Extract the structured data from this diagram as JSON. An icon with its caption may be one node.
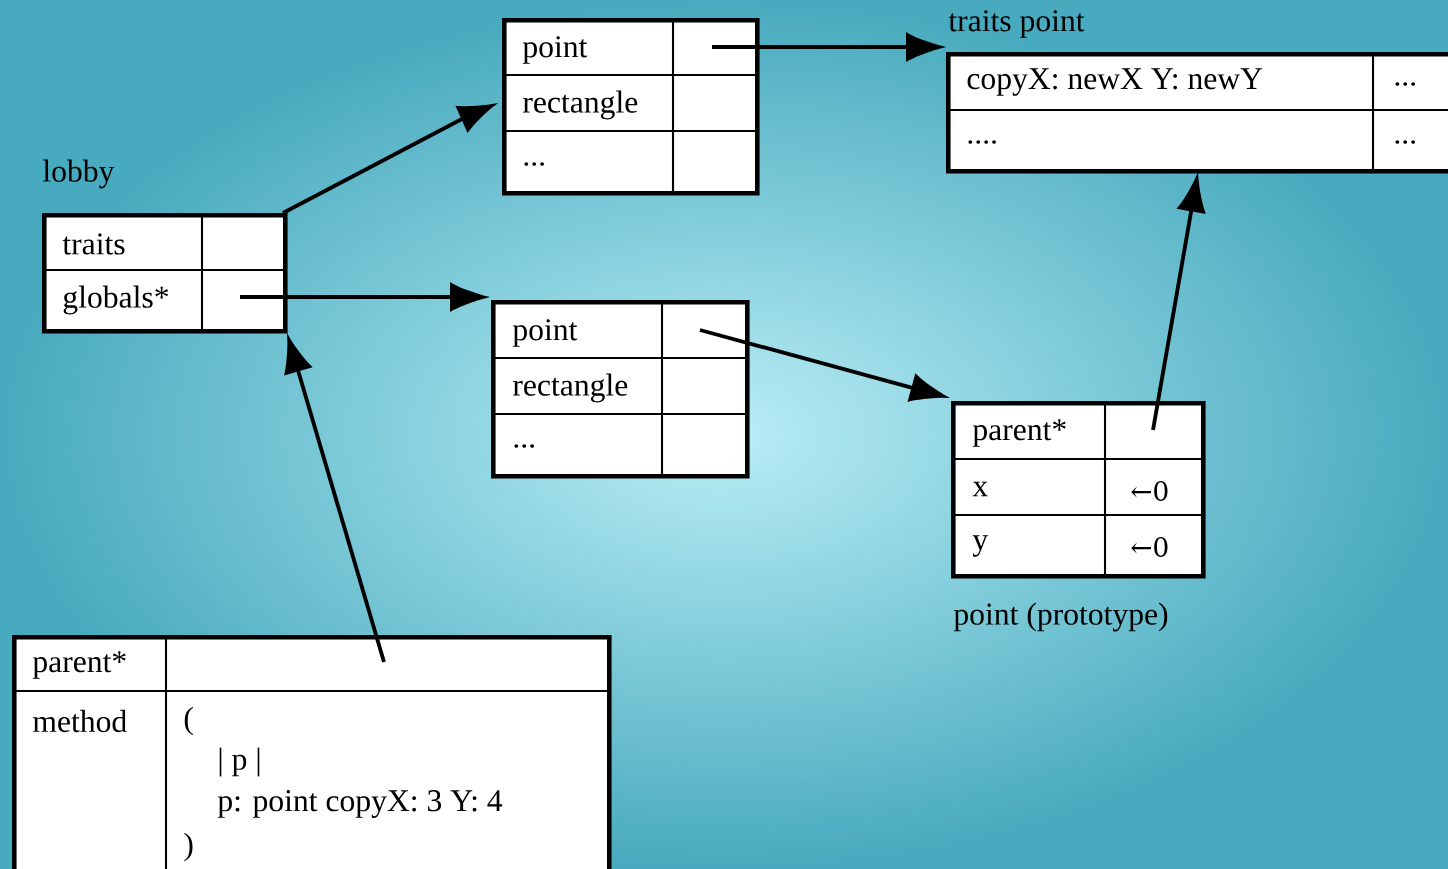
{
  "diagram": {
    "nodes": [
      {
        "text": [
          "lobby",
          "traits",
          "globals*"
        ]
      },
      {
        "text": [
          "point",
          "rectangle",
          "..."
        ]
      },
      {
        "text": [
          "traits point",
          "copyX: newX Y: newY",
          "...",
          "....",
          "..."
        ]
      },
      {
        "text": [
          "point",
          "rectangle",
          "..."
        ]
      },
      {
        "text": [
          "parent*",
          "x",
          "←0",
          "y",
          "←0"
        ],
        "beside": [
          "point (prototype)"
        ]
      },
      {
        "text": [
          "parent*",
          "method",
          "(",
          "| p |",
          "p: point copyX: 3 Y: 4",
          ")"
        ]
      }
    ],
    "edges": [
      {
        "from": 0,
        "to": 1,
        "arrow": "to"
      },
      {
        "from": 0,
        "to": 3,
        "arrow": "to"
      },
      {
        "from": 1,
        "to": 2,
        "arrow": "to"
      },
      {
        "from": 3,
        "to": 4,
        "arrow": "to"
      },
      {
        "from": 4,
        "to": 2,
        "arrow": "to"
      },
      {
        "from": 5,
        "to": 0,
        "arrow": "to"
      }
    ]
  }
}
